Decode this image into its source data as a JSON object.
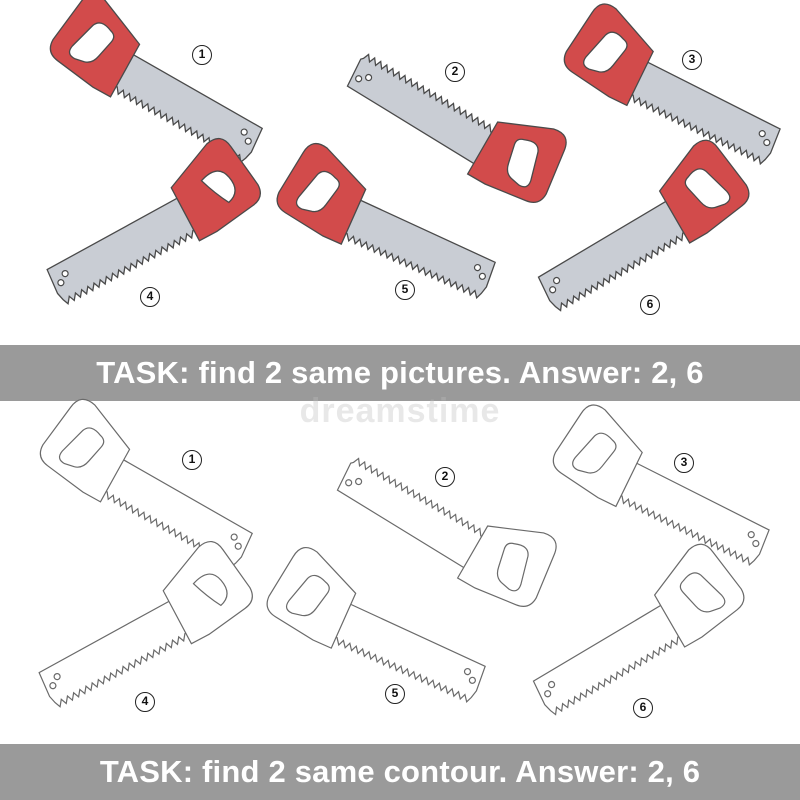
{
  "colors": {
    "handle": "#d24b4b",
    "blade": "#c9cdd4",
    "bar": "#9a9a9a",
    "outline": "#6a6a6a"
  },
  "saws": [
    {
      "number": "1",
      "direction": "handle-left",
      "rotation": 29,
      "teeth": "down",
      "grip_shape": "slot"
    },
    {
      "number": "2",
      "direction": "handle-right",
      "rotation": 30,
      "teeth": "up",
      "grip_shape": "slot"
    },
    {
      "number": "3",
      "direction": "handle-left",
      "rotation": 26,
      "teeth": "down",
      "grip_shape": "slot"
    },
    {
      "number": "4",
      "direction": "handle-right",
      "rotation": -28,
      "teeth": "down",
      "grip_shape": "bean"
    },
    {
      "number": "5",
      "direction": "handle-left",
      "rotation": 24,
      "teeth": "down",
      "grip_shape": "slot"
    },
    {
      "number": "6",
      "direction": "handle-right",
      "rotation": -30,
      "teeth": "down",
      "grip_shape": "slot"
    }
  ],
  "task_pictures": "TASK: find 2 same pictures. Answer: 2, 6",
  "task_contour": "TASK: find 2 same contour. Answer: 2, 6",
  "watermark": "dreamstime"
}
